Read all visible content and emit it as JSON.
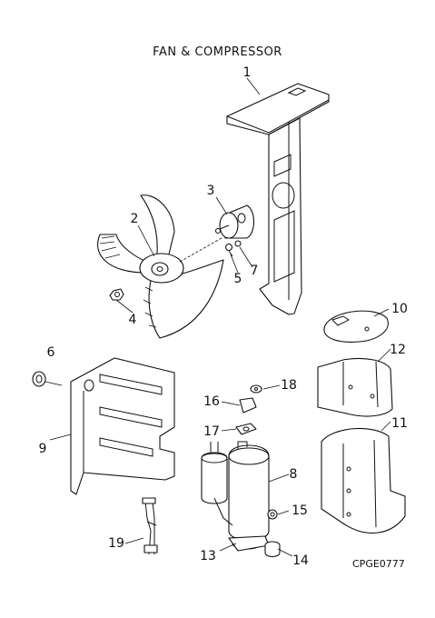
{
  "title": "FAN & COMPRESSOR",
  "drawing_code": "CPGE0777",
  "callouts": [
    "1",
    "2",
    "3",
    "4",
    "5",
    "6",
    "7",
    "8",
    "9",
    "10",
    "11",
    "12",
    "13",
    "14",
    "15",
    "16",
    "17",
    "18",
    "19"
  ]
}
